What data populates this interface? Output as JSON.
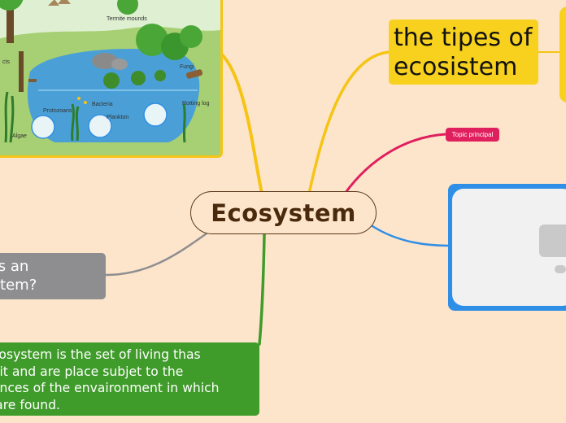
{
  "central": {
    "title": "Ecosystem"
  },
  "types": {
    "line1": "the tipes of",
    "line2": "ecosistem"
  },
  "topic": {
    "label": "Topic principal"
  },
  "what": {
    "line1": "t is an",
    "line2": "ystem?"
  },
  "definition": {
    "line1": "Ecosystem is the set of living thas",
    "line2": "abit and are place subjet to the",
    "line3": "uences of the envaironment in which",
    "line4": "y are found."
  },
  "illustration": {
    "labels": {
      "termite": "Termite mounds",
      "fungi": "Fungi",
      "bacteria": "Bacteria",
      "protozoans": "Protozoans",
      "plankton": "Plankton",
      "algae": "Algae",
      "rotting": "Rotting log",
      "insects": "cts"
    }
  },
  "colors": {
    "background": "#fde5cb",
    "central_border": "#5b3b1d",
    "yellow_branch": "#f7d11d",
    "pink_branch": "#e01f5e",
    "blue_branch": "#2f8ee6",
    "grey_branch": "#8e8e90",
    "green_branch": "#3f9b2a"
  }
}
